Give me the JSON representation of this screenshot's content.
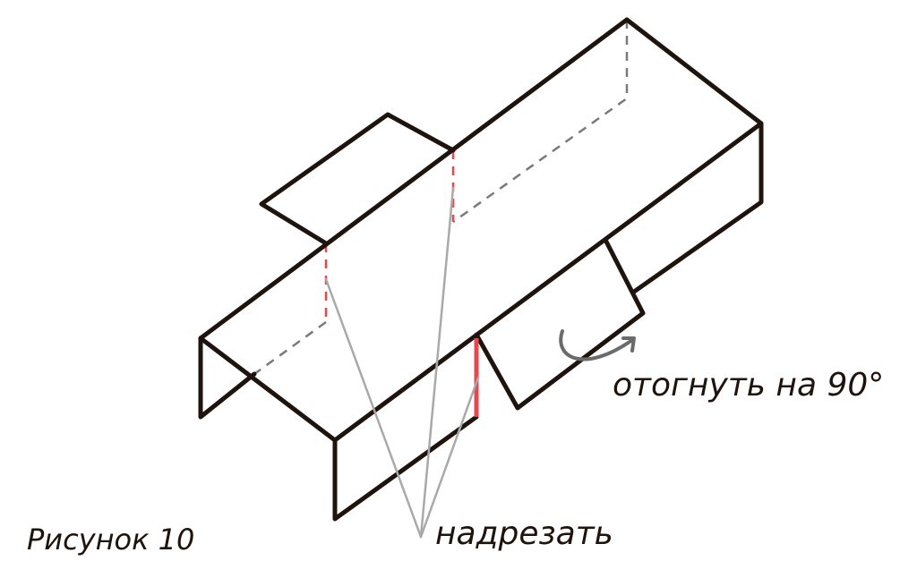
{
  "labels": {
    "figure_caption": "Рисунок 10",
    "cut_note": "надрезать",
    "fold_note": "отогнуть на 90°"
  },
  "colors": {
    "outline": "#1f140d",
    "hidden_edge": "#7a7a7a",
    "cut_line": "#e8474d",
    "pointer": "#a9a9a9",
    "arrow": "#6b6b6b"
  }
}
